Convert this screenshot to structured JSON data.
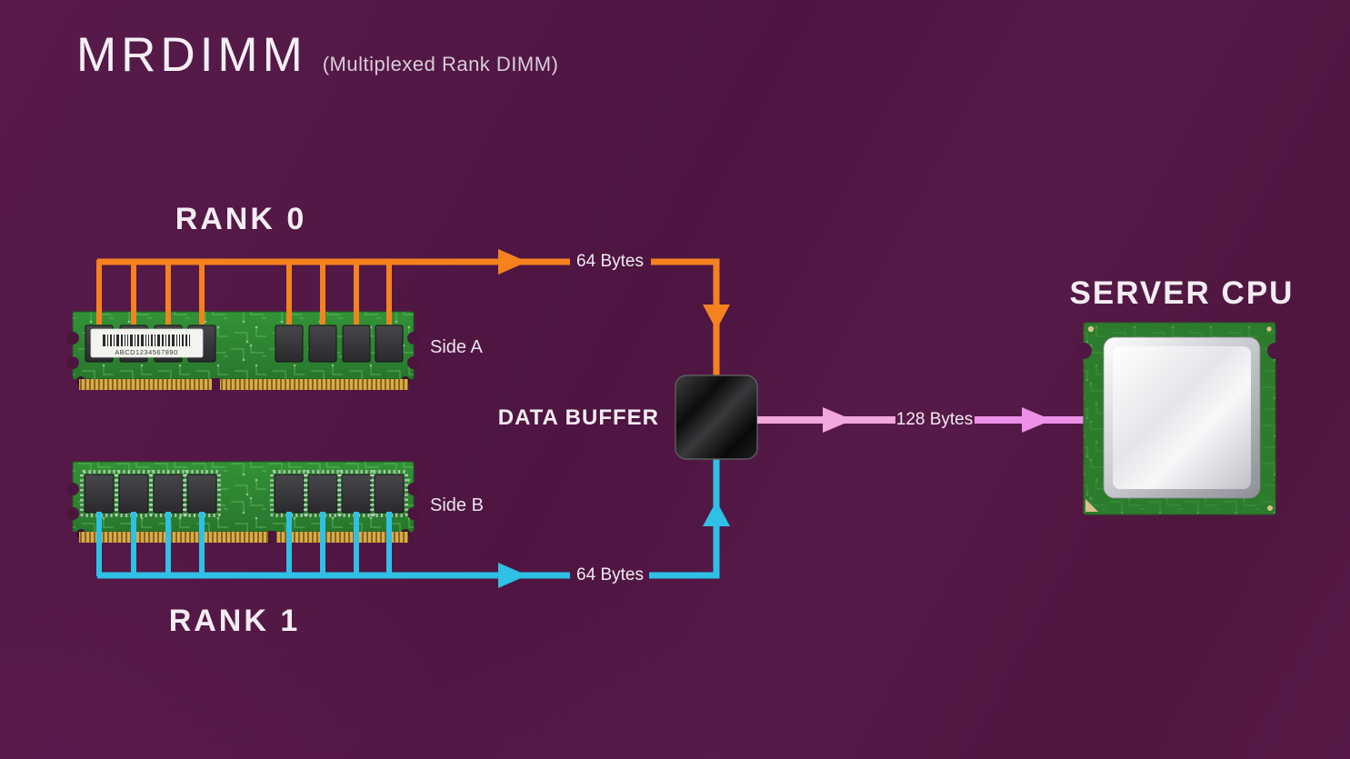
{
  "title": {
    "main": "MRDIMM",
    "subtitle": "(Multiplexed Rank DIMM)"
  },
  "ranks": {
    "rank0": {
      "label": "RANK 0",
      "side": "Side A"
    },
    "rank1": {
      "label": "RANK 1",
      "side": "Side B"
    }
  },
  "buffer": {
    "label": "DATA BUFFER"
  },
  "cpu": {
    "label": "SERVER CPU"
  },
  "flows": {
    "rank0_to_buffer": {
      "label": "64 Bytes",
      "color": "#f5821f"
    },
    "rank1_to_buffer": {
      "label": "64 Bytes",
      "color": "#2fc0e5"
    },
    "buffer_to_cpu": {
      "label": "128 Bytes",
      "color": "#f2a8dc",
      "color2": "#ee8fe8"
    }
  },
  "dimm": {
    "barcode_text": "ABCD1234567890"
  },
  "colors": {
    "background": "#521745",
    "pcb_green": "#2e8531",
    "chip_dark": "#37373b",
    "pin_gold": "#d7ab4a",
    "text": "#f3edf3"
  }
}
